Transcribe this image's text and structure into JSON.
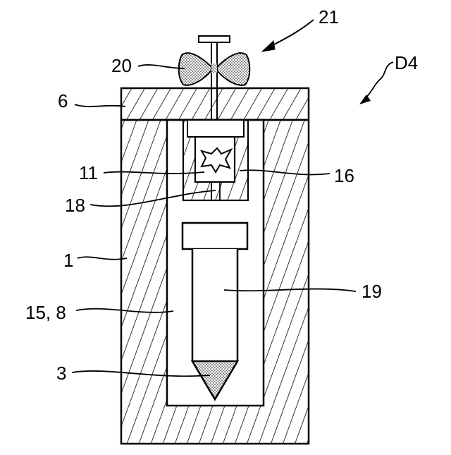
{
  "figure_label": "D4",
  "labels": {
    "l21": "21",
    "l20": "20",
    "l6": "6",
    "l11": "11",
    "l16": "16",
    "l18": "18",
    "l1": "1",
    "l19": "19",
    "l15_8": "15, 8",
    "l3": "3"
  },
  "colors": {
    "line": "#000000",
    "background": "#ffffff",
    "stipple": "#000000"
  }
}
